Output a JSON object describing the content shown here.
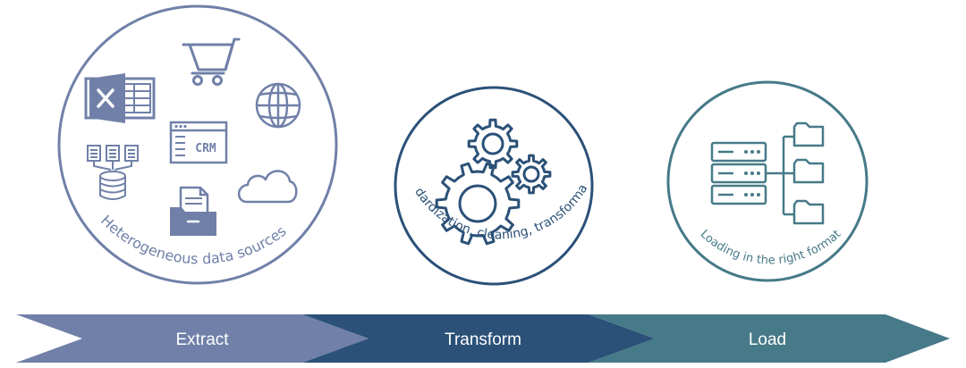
{
  "colors": {
    "extract": "#7080A8",
    "transform": "#2B5178",
    "load": "#467A88",
    "background": "#FFFFFF"
  },
  "stages": [
    {
      "id": "extract",
      "circle_label": "Heterogeneous data sources",
      "arrow_label": "Extract"
    },
    {
      "id": "transform",
      "circle_label": "Standardization, cleaning, transformation",
      "arrow_label": "Transform"
    },
    {
      "id": "load",
      "circle_label": "Loading in the right format",
      "arrow_label": "Load"
    }
  ],
  "icons": {
    "extract": [
      "shopping-cart-icon",
      "spreadsheet-icon",
      "globe-icon",
      "crm-window-icon",
      "documents-to-database-icon",
      "cloud-icon",
      "file-folder-icon"
    ],
    "extract_crm_text": "CRM",
    "transform": [
      "gears-icon"
    ],
    "load": [
      "server-rack-icon",
      "folder-tree-icon"
    ]
  }
}
